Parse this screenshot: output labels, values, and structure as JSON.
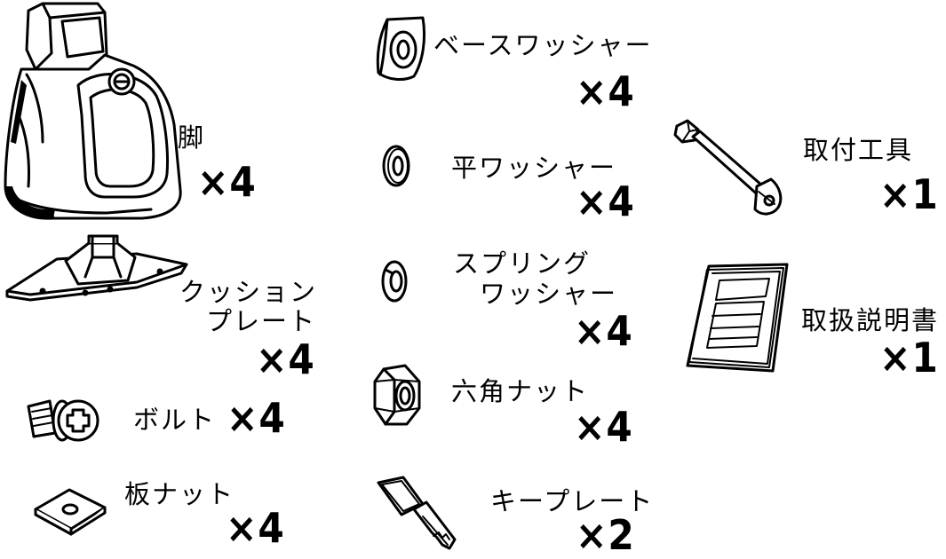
{
  "parts": [
    {
      "id": "foot",
      "name": "脚",
      "qty": "×4",
      "icon": "foot-icon"
    },
    {
      "id": "cushion-plate",
      "name_lines": [
        "クッション",
        "プレート"
      ],
      "qty": "×4",
      "icon": "cushion-plate-icon"
    },
    {
      "id": "bolt",
      "name": "ボルト",
      "qty": "×4",
      "icon": "bolt-icon"
    },
    {
      "id": "plate-nut",
      "name": "板ナット",
      "qty": "×4",
      "icon": "plate-nut-icon"
    },
    {
      "id": "base-washer",
      "name": "ベースワッシャー",
      "qty": "×4",
      "icon": "base-washer-icon"
    },
    {
      "id": "flat-washer",
      "name": "平ワッシャー",
      "qty": "×4",
      "icon": "flat-washer-icon"
    },
    {
      "id": "spring-washer",
      "name_lines": [
        "スプリング",
        "ワッシャー"
      ],
      "qty": "×4",
      "icon": "spring-washer-icon"
    },
    {
      "id": "hex-nut",
      "name": "六角ナット",
      "qty": "×4",
      "icon": "hex-nut-icon"
    },
    {
      "id": "key-plate",
      "name": "キープレート",
      "qty": "×2",
      "icon": "key-icon"
    },
    {
      "id": "tool",
      "name": "取付工具",
      "qty": "×1",
      "icon": "wrench-tool-icon"
    },
    {
      "id": "manual",
      "name": "取扱説明書",
      "qty": "×1",
      "icon": "manual-booklet-icon"
    }
  ]
}
